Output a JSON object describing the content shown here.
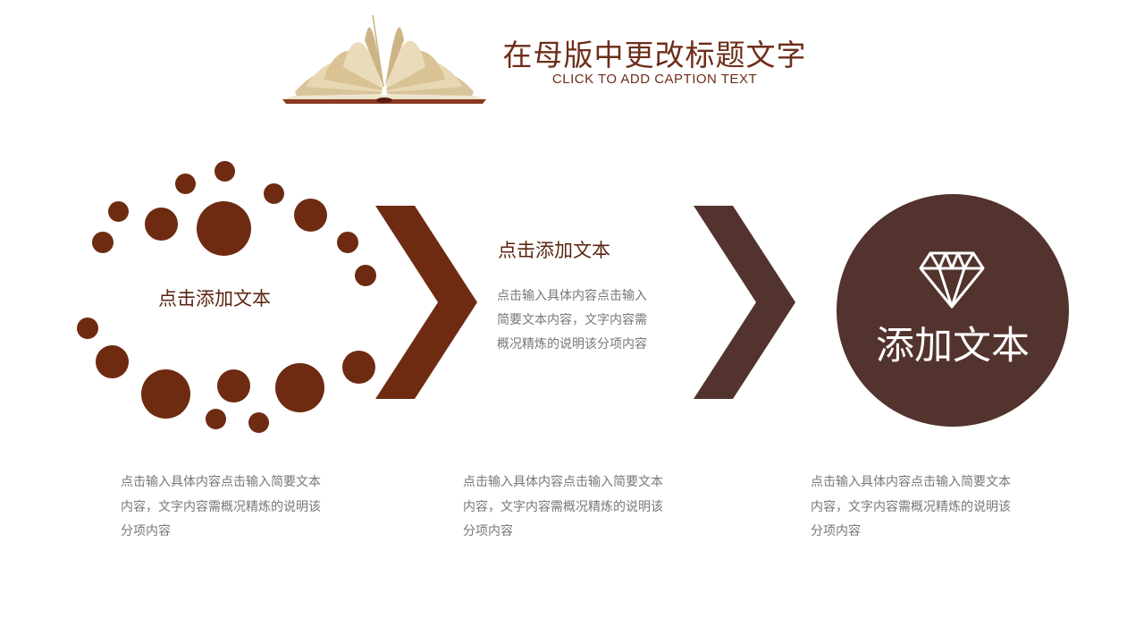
{
  "header": {
    "title": "在母版中更改标题文字",
    "subtitle": "CLICK TO ADD CAPTION TEXT"
  },
  "step1": {
    "label": "点击添加文本"
  },
  "step2": {
    "heading": "点击添加文本",
    "body": [
      "点击输入具体内容点击输入",
      "简要文本内容，文字内容需",
      "概况精炼的说明该分项内容"
    ]
  },
  "step3": {
    "circle_text": "添加文本",
    "icon": "diamond-icon"
  },
  "descriptions": [
    [
      "点击输入具体内容点击输入简要文本",
      "内容，文字内容需概况精炼的说明该",
      "分项内容"
    ],
    [
      "点击输入具体内容点击输入简要文本",
      "内容，文字内容需概况精炼的说明该",
      "分项内容"
    ],
    [
      "点击输入具体内容点击输入简要文本",
      "内容，文字内容需概况精炼的说明该",
      "分项内容"
    ]
  ],
  "colors": {
    "brown": "#6e2b12",
    "dark_brown": "#53332d",
    "text_gray": "#777777"
  }
}
